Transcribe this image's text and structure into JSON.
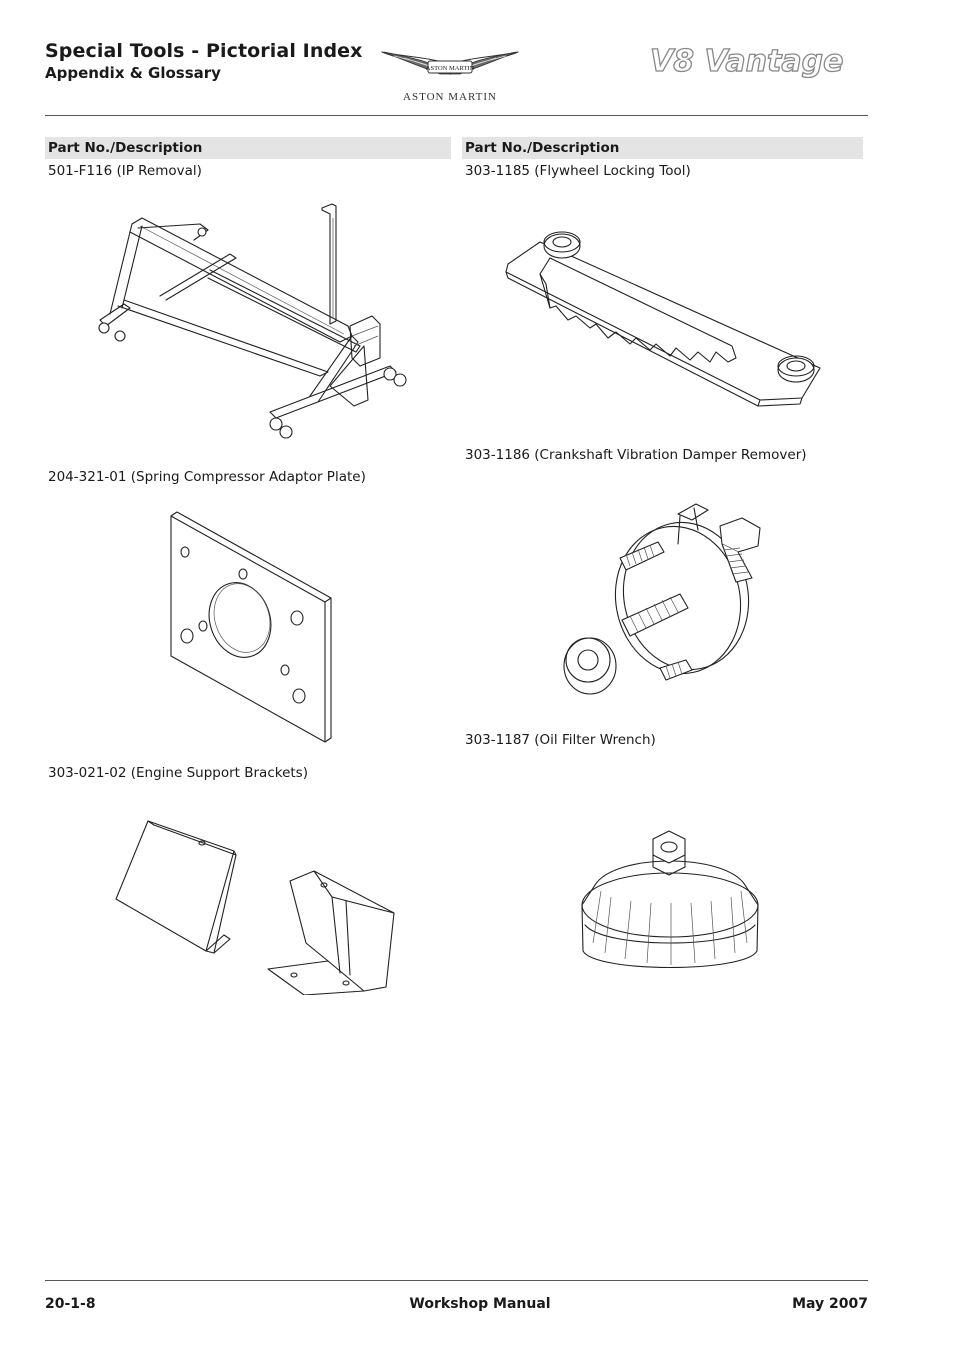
{
  "header": {
    "title": "Special Tools - Pictorial Index",
    "subtitle": "Appendix & Glossary",
    "brand": "ASTON MARTIN",
    "model": "V8 Vantage",
    "badge_text": "ASTON MARTIN"
  },
  "columns": [
    {
      "header": "Part No./Description"
    },
    {
      "header": "Part No./Description"
    }
  ],
  "tools": {
    "ip_removal": {
      "label": "501-F116 (IP Removal)",
      "icon": "ip-removal-stand"
    },
    "spring_plate": {
      "label": "204-321-01 (Spring Compressor Adaptor Plate)",
      "icon": "adaptor-plate"
    },
    "engine_brackets": {
      "label": "303-021-02 (Engine Support Brackets)",
      "icon": "support-brackets"
    },
    "flywheel_lock": {
      "label": "303-1185 (Flywheel Locking Tool)",
      "icon": "flywheel-locking-tool"
    },
    "damper_remover": {
      "label": "303-1186 (Crankshaft Vibration Damper Remover)",
      "icon": "damper-remover"
    },
    "oil_wrench": {
      "label": "303-1187 (Oil Filter Wrench)",
      "icon": "oil-filter-wrench"
    }
  },
  "footer": {
    "page": "20-1-8",
    "manual": "Workshop Manual",
    "date": "May 2007"
  }
}
